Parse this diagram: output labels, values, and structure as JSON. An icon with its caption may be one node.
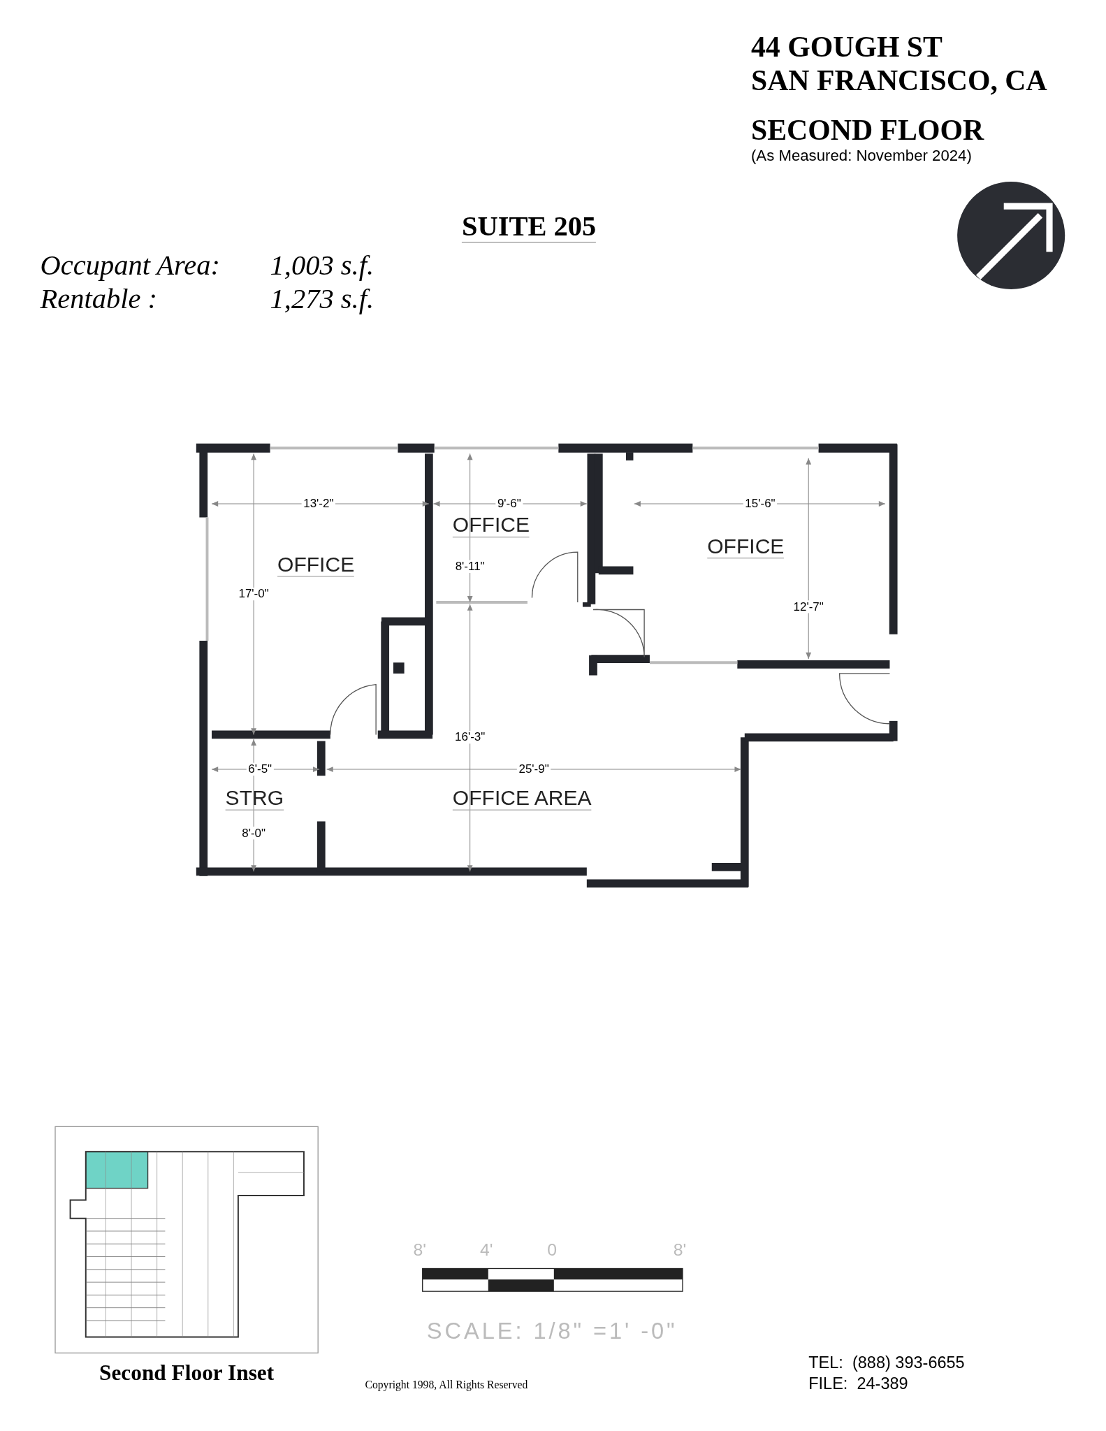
{
  "diagram": {
    "nodes": [
      {
        "text": [
          "OFFICE"
        ]
      },
      {
        "text": [
          "OFFICE"
        ]
      },
      {
        "text": [
          "OFFICE"
        ]
      },
      {
        "text": [
          "STRG"
        ]
      },
      {
        "text": [
          "OFFICE AREA"
        ]
      },
      {
        "text": [
          "Second Floor Inset"
        ]
      }
    ],
    "labels": [
      "44 GOUGH ST",
      "SAN FRANCISCO, CA",
      "SECOND FLOOR",
      "(As Measured:  November 2024)",
      "SUITE 205",
      "Occupant Area:",
      "1,003 s.f.",
      "Rentable :",
      "1,273 s.f.",
      "13'-2\"",
      "9'-6\"",
      "15'-6\"",
      "8'-11\"",
      "17'-0\"",
      "12'-7\"",
      "16'-3\"",
      "6'-5\"",
      "25'-9\"",
      "8'-0\"",
      "8'",
      "4'",
      "0",
      "8'",
      "SCALE: 1/8\" =1' -0\"",
      "Copyright 1998, All Rights Reserved",
      "TEL:  (888) 393-6655",
      "FILE:  24-389"
    ]
  }
}
